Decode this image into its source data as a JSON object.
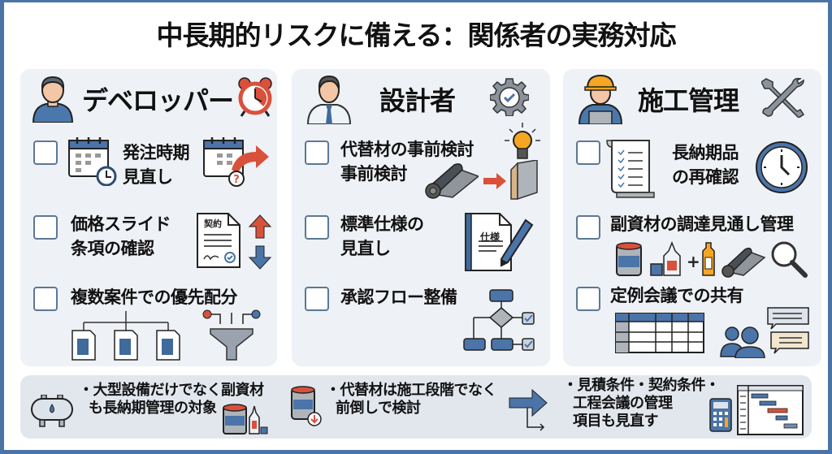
{
  "title": "中長期的リスクに備える：関係者の実務対応",
  "colors": {
    "frame": "#4a74a6",
    "panel": "#eef1f5",
    "accent_blue": "#4b74a8",
    "accent_red": "#d9513a"
  },
  "panels": [
    {
      "role": "デベロッパー",
      "role_icon": "person-icon",
      "header_icon": "alarm-clock-icon",
      "items": [
        {
          "label_line1": "発注時期",
          "label_line2": "見直し",
          "icons": [
            "calendar-clock-icon",
            "calendar-reschedule-icon"
          ]
        },
        {
          "label_line1": "価格スライド",
          "label_line2": "条項の確認",
          "icons": [
            "contract-icon",
            "price-up-down-icon"
          ],
          "contract_text": "契約"
        },
        {
          "label_line1": "複数案件での優先配分",
          "label_line2": "",
          "icons": [
            "project-tree-icon",
            "funnel-icon"
          ]
        }
      ]
    },
    {
      "role": "設計者",
      "role_icon": "designer-icon",
      "header_icon": "gear-check-icon",
      "items": [
        {
          "label_line1": "代替材の事前検討",
          "label_line2": "事前検討",
          "icons": [
            "lightbulb-icon",
            "material-roll-icon",
            "panel-board-icon"
          ]
        },
        {
          "label_line1": "標準仕様の",
          "label_line2": "見直し",
          "icons": [
            "spec-document-icon",
            "pen-icon"
          ],
          "spec_text": "仕様"
        },
        {
          "label_line1": "承認フロー整備",
          "label_line2": "",
          "icons": [
            "flowchart-icon"
          ]
        }
      ]
    },
    {
      "role": "施工管理",
      "role_icon": "worker-hardhat-icon",
      "header_icon": "tools-icon",
      "items": [
        {
          "label_line1": "長納期品",
          "label_line2": "の再確認",
          "icons": [
            "checklist-scroll-icon",
            "clock-icon"
          ]
        },
        {
          "label_line1": "副資材の調達見通し管理",
          "label_line2": "",
          "icons": [
            "paint-can-icon",
            "glue-icon",
            "tube-icon",
            "roll-icon",
            "magnifier-icon"
          ]
        },
        {
          "label_line1": "定例会議での共有",
          "label_line2": "",
          "icons": [
            "table-icon",
            "meeting-icon"
          ]
        }
      ]
    }
  ],
  "bottom": [
    {
      "line1": "・大型設備だけでなく副資材",
      "line2": "も長納期管理の対象",
      "line3": "",
      "icons": [
        "tank-icon",
        "paint-can-icon"
      ]
    },
    {
      "line1": "・代替材は施工段階でなく",
      "line2": "前倒しで検討",
      "line3": "",
      "icons": [
        "paint-can-down-icon",
        "branch-arrow-icon"
      ]
    },
    {
      "line1": "・見積条件・契約条件・",
      "line2": "工程会議の管理",
      "line3": "項目も見直す",
      "icons": [
        "calculator-icon",
        "gantt-chart-icon"
      ]
    }
  ]
}
